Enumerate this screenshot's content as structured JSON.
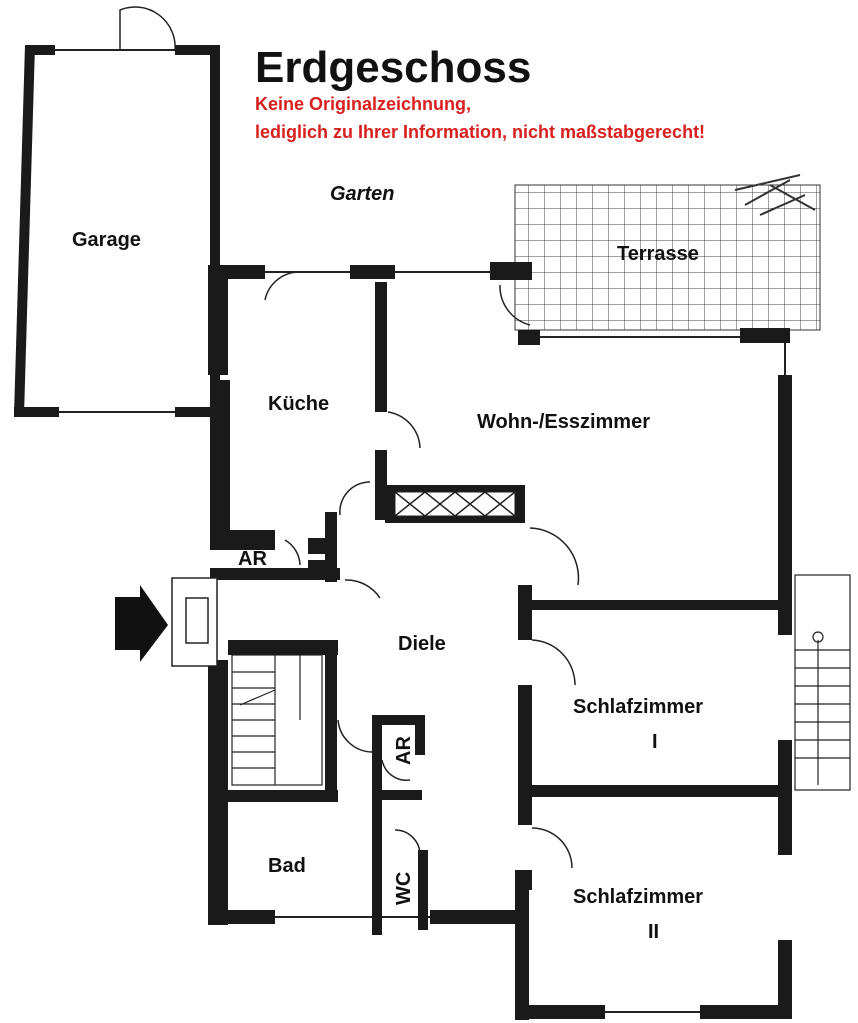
{
  "title": "Erdgeschoss",
  "notice": {
    "line1": "Keine Originalzeichnung,",
    "line2": "lediglich zu Ihrer Information, nicht maßstabgerecht!",
    "color": "#d8201e"
  },
  "rooms": {
    "garage": "Garage",
    "garten": "Garten",
    "terrasse": "Terrasse",
    "kueche": "Küche",
    "wohn": "Wohn-/Esszimmer",
    "ar_upper": "AR",
    "diele": "Diele",
    "schlaf1_line1": "Schlafzimmer",
    "schlaf1_line2": "I",
    "ar_lower": "AR",
    "bad": "Bad",
    "wc": "WC",
    "schlaf2_line1": "Schlafzimmer",
    "schlaf2_line2": "II"
  },
  "colors": {
    "wall": "#1a1a1a",
    "wall_fill": "#5a5a5a",
    "line": "#222222"
  }
}
